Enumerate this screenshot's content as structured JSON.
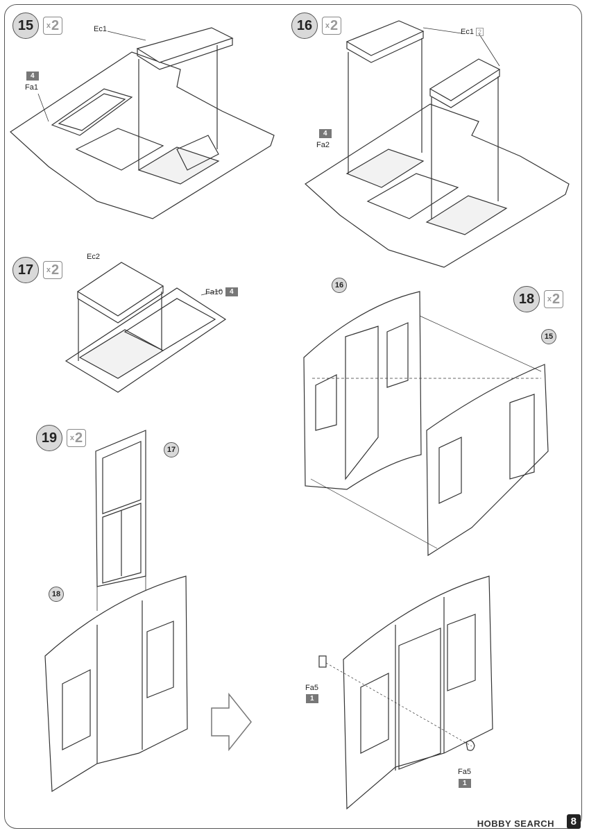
{
  "steps": [
    {
      "num": "15",
      "qty": "2"
    },
    {
      "num": "16",
      "qty": "2"
    },
    {
      "num": "17",
      "qty": "2"
    },
    {
      "num": "18",
      "qty": "2"
    },
    {
      "num": "19",
      "qty": "2"
    }
  ],
  "labels": {
    "ec1_a": "Ec1",
    "ec1_b": "Ec1",
    "ec1_b_qty": "2",
    "fa1": "Fa1",
    "fa1_badge": "4",
    "fa2": "Fa2",
    "fa2_badge": "4",
    "ec2": "Ec2",
    "fa10": "Fa10",
    "fa10_badge": "4",
    "fa5_a": "Fa5",
    "fa5_a_badge": "1",
    "fa5_b": "Fa5",
    "fa5_b_badge": "1"
  },
  "callouts": {
    "c16": "16",
    "c15": "15",
    "c17": "17",
    "c18": "18"
  },
  "footer": {
    "watermark": "HOBBY SEARCH",
    "page": "8"
  }
}
